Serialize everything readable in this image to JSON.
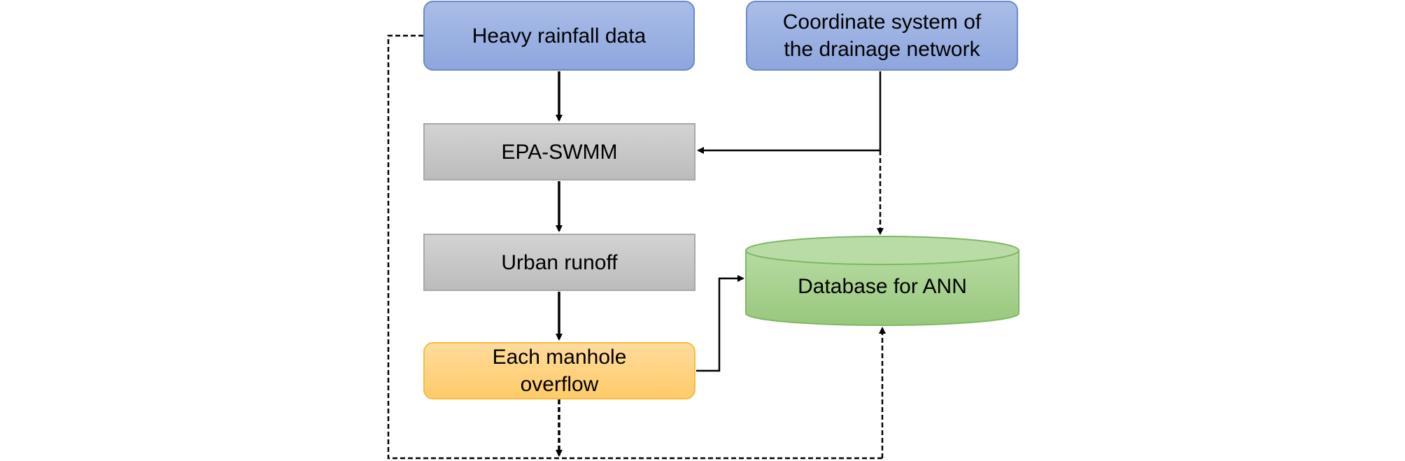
{
  "nodes": {
    "rainfall": {
      "label": "Heavy rainfall data"
    },
    "coordinate": {
      "label": "Coordinate system of\nthe drainage network"
    },
    "swmm": {
      "label": "EPA-SWMM"
    },
    "runoff": {
      "label": "Urban runoff"
    },
    "manhole": {
      "label": "Each manhole\noverflow"
    },
    "database": {
      "label": "Database for ANN"
    }
  },
  "edges": [
    {
      "from": "rainfall",
      "to": "swmm",
      "style": "solid"
    },
    {
      "from": "coordinate",
      "to": "swmm",
      "style": "solid"
    },
    {
      "from": "coordinate",
      "to": "database",
      "style": "dashed"
    },
    {
      "from": "swmm",
      "to": "runoff",
      "style": "solid"
    },
    {
      "from": "runoff",
      "to": "manhole",
      "style": "solid"
    },
    {
      "from": "manhole",
      "to": "database",
      "style": "solid"
    },
    {
      "from": "rainfall",
      "to": "database",
      "style": "dashed"
    },
    {
      "from": "manhole",
      "to": "database",
      "style": "dashed"
    }
  ],
  "colors": {
    "input_box": "#8ea6de",
    "process_box": "#bcbcbc",
    "output_box": "#ffcb6a",
    "database": "#a6d08e",
    "arrow": "#000000"
  }
}
